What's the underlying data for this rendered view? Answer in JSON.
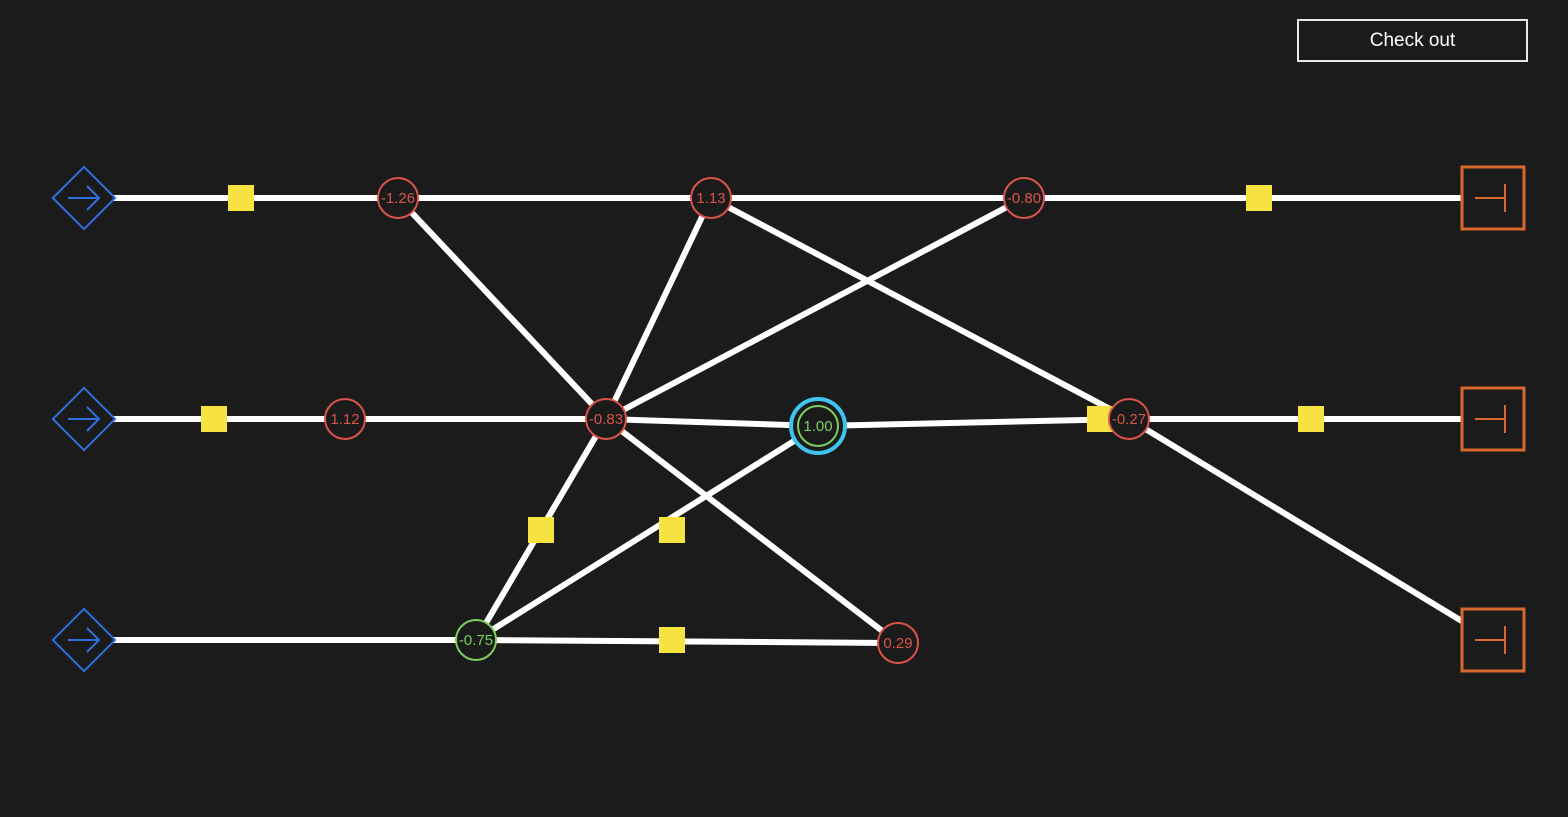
{
  "header": {
    "checkout_label": "Check out"
  },
  "colors": {
    "background": "#1b1b1b",
    "wire": "#ffffff",
    "negative_node": "#d9544a",
    "positive_node": "#7ccf5e",
    "selection_ring": "#3ec4ef",
    "source": "#2f6fe0",
    "sink": "#d9682c",
    "block": "#f7e340"
  },
  "icons": {
    "source": "arrow-right-icon",
    "sink": "terminal-tee-icon"
  },
  "nodes": [
    {
      "id": "n1",
      "label": "-1.26",
      "kind": "negative"
    },
    {
      "id": "n2",
      "label": "1.13",
      "kind": "negative"
    },
    {
      "id": "n3",
      "label": "-0.80",
      "kind": "negative"
    },
    {
      "id": "n4",
      "label": "1.12",
      "kind": "negative"
    },
    {
      "id": "n5",
      "label": "-0.83",
      "kind": "negative"
    },
    {
      "id": "n6",
      "label": "1.00",
      "kind": "positive",
      "selected": true
    },
    {
      "id": "n7",
      "label": "-0.27",
      "kind": "negative"
    },
    {
      "id": "n8",
      "label": "-0.75",
      "kind": "positive"
    },
    {
      "id": "n9",
      "label": "0.29",
      "kind": "negative"
    }
  ]
}
